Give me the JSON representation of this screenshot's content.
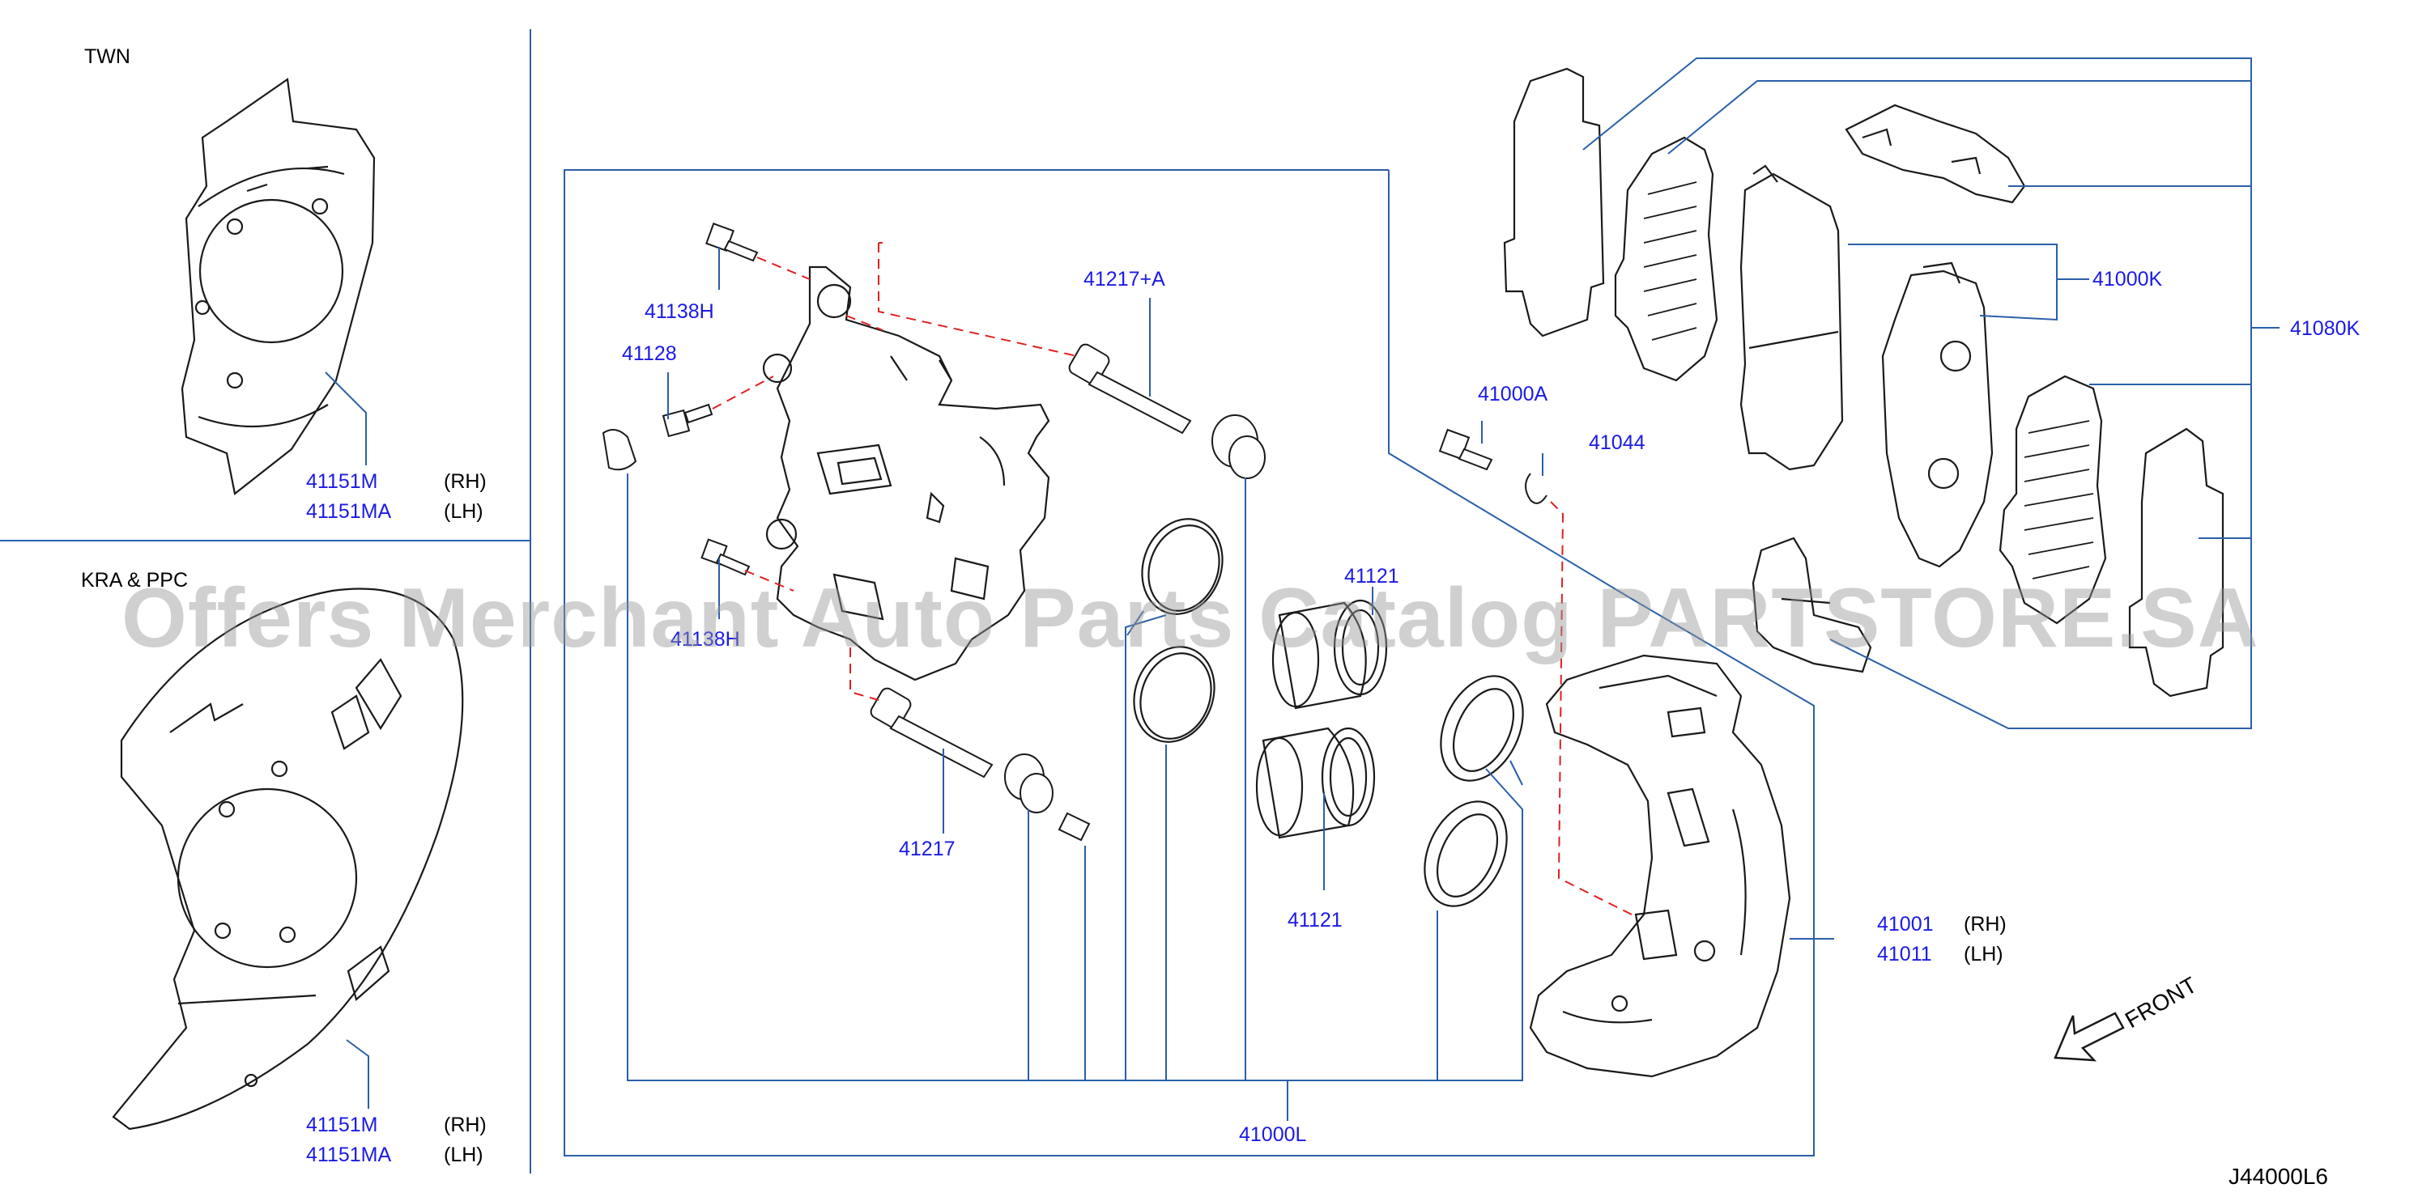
{
  "sections": {
    "twn": "TWN",
    "kra_ppc": "KRA  &  PPC"
  },
  "labels": {
    "p41151m_top": "41151M",
    "p41151ma_top": "41151MA",
    "rh_top": "(RH)",
    "lh_top": "(LH)",
    "p41151m_bot": "41151M",
    "p41151ma_bot": "41151MA",
    "rh_bot": "(RH)",
    "lh_bot": "(LH)",
    "p41138h": "41138H",
    "p41128": "41128",
    "p41138h_lower": "41138H",
    "p41217a": "41217+A",
    "p41217": "41217",
    "p41121_top": "41121",
    "p41121_bot": "41121",
    "p41000a": "41000A",
    "p41044": "41044",
    "p41000k": "41000K",
    "p41080k": "41080K",
    "p41001": "41001",
    "p41011": "41011",
    "rh_caliper": "(RH)",
    "lh_caliper": "(LH)",
    "p41000l": "41000L",
    "front": "FRONT",
    "diagram_code": "J44000L6"
  },
  "watermark": "Offers Merchant Auto Parts Catalog PARTSTORE.SA",
  "colors": {
    "label_blue": "#1a1ae6",
    "leader_blue": "#2b5fa8",
    "dash_red": "#e02020",
    "line_black": "#1a1a1a"
  }
}
